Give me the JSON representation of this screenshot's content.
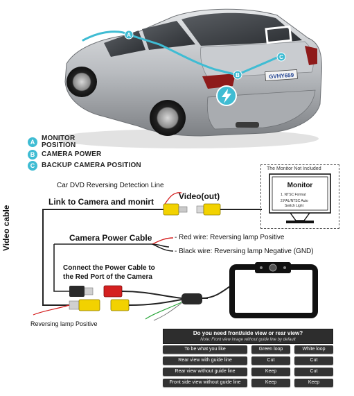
{
  "legend": [
    {
      "badge": "A",
      "line1": "MONITOR",
      "line2": "POSITION"
    },
    {
      "badge": "B",
      "line1": "CAMERA POWER",
      "line2": ""
    },
    {
      "badge": "C",
      "line1": "BACKUP CAMERA POSITION",
      "line2": ""
    }
  ],
  "car": {
    "plate": "GVHY659",
    "markers": [
      "A",
      "B",
      "C"
    ]
  },
  "monitor_box": {
    "caption": "The Monitor Not Included",
    "title": "Monitor",
    "note1": "1. NTSC Format",
    "note2": "2.PAL/NTSC Auto",
    "note3": "Switch Light"
  },
  "labels": {
    "car_dvd": "Car DVD Reversing Detection Line",
    "video_out": "Video(out)",
    "link_camera": "Link to Camera and monirt",
    "power_cable": "Camera Power Cable",
    "red_wire": "- Red wire: Reversing lamp Positive",
    "black_wire": "- Black wire: Reversing lamp Negative (GND)",
    "video_cable": "Video cable",
    "connect_line1": "Connect the Power Cable to",
    "connect_line2": "the Red Port of the Camera",
    "reversing_positive": "Reversing lamp Positive"
  },
  "table": {
    "title": "Do you need front/side view or rear view?",
    "note": "Note: Front view image without guide line by default",
    "rows": [
      {
        "label": "To be what you like",
        "c1": "Green loop",
        "c2": "White loop"
      },
      {
        "label": "Rear view with guide line",
        "c1": "Cut",
        "c2": "Cut"
      },
      {
        "label": "Rear view without guide line",
        "c1": "Keep",
        "c2": "Cut"
      },
      {
        "label": "Front side view without guide line",
        "c1": "Keep",
        "c2": "Keep"
      }
    ]
  },
  "colors": {
    "accent": "#3fbcd3",
    "yellow_plug": "#f2d200",
    "red_plug": "#d42020",
    "cell_bg": "#333333"
  }
}
